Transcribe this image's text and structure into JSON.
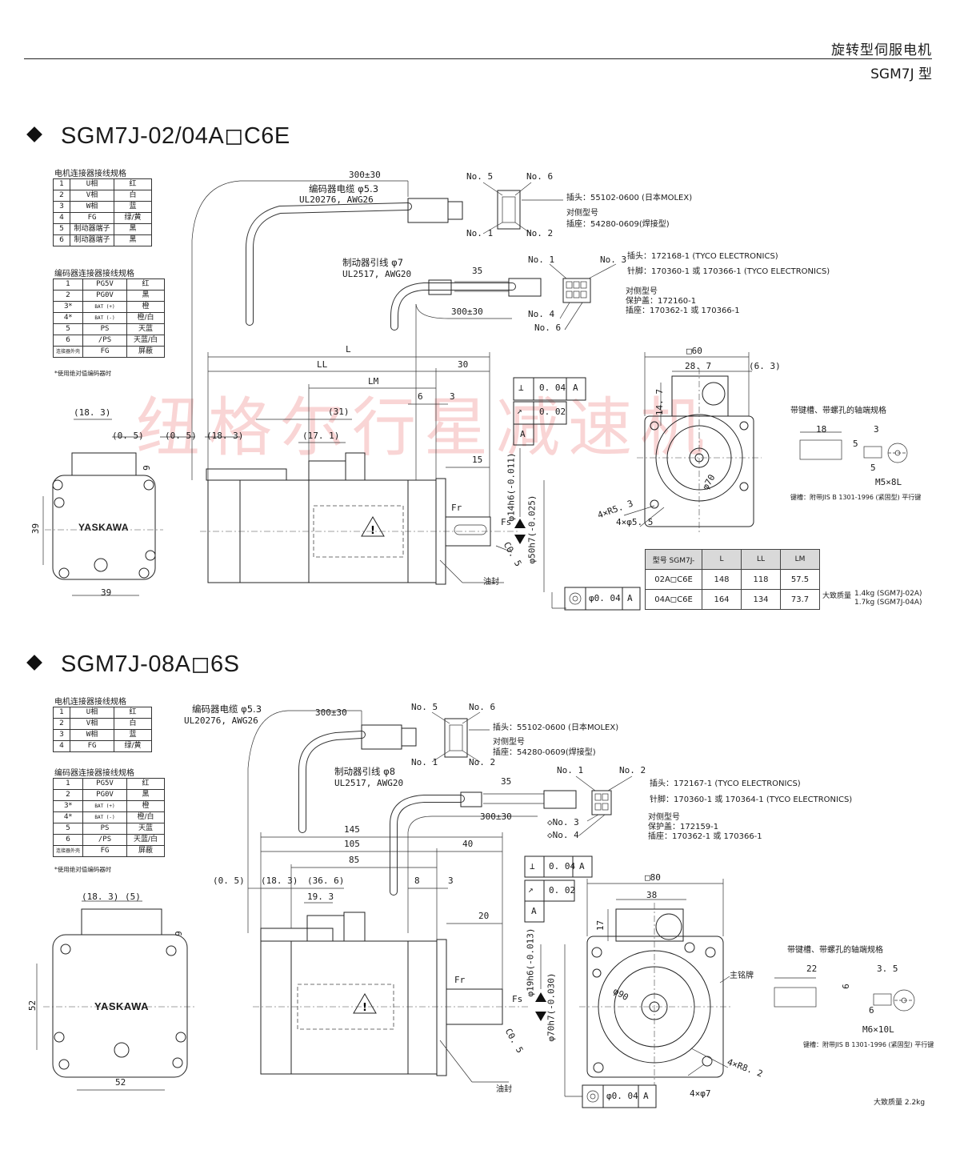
{
  "header": {
    "title": "旋转型伺服电机",
    "subtitle": "SGM7J 型"
  },
  "watermark": "纽格尔行星减速机",
  "brand": "YASKAWA",
  "section1": {
    "title": "SGM7J-02/04A◻C6E",
    "motor_table_caption": "电机连接器接线规格",
    "motor_pins": [
      {
        "n": "1",
        "sig": "U相",
        "color": "红"
      },
      {
        "n": "2",
        "sig": "V相",
        "color": "白"
      },
      {
        "n": "3",
        "sig": "W相",
        "color": "蓝"
      },
      {
        "n": "4",
        "sig": "FG",
        "color": "绿/黄"
      },
      {
        "n": "5",
        "sig": "制动器端子",
        "color": "黑"
      },
      {
        "n": "6",
        "sig": "制动器端子",
        "color": "黑"
      }
    ],
    "enc_table_caption": "编码器连接器接线规格",
    "enc_pins": [
      {
        "n": "1",
        "sig": "PG5V",
        "color": "红"
      },
      {
        "n": "2",
        "sig": "PG0V",
        "color": "黑"
      },
      {
        "n": "3*",
        "sig": "BAT (+)",
        "color": "橙"
      },
      {
        "n": "4*",
        "sig": "BAT (-)",
        "color": "橙/白"
      },
      {
        "n": "5",
        "sig": "PS",
        "color": "天蓝"
      },
      {
        "n": "6",
        "sig": "/PS",
        "color": "天蓝/白"
      },
      {
        "n": "连接器外壳",
        "sig": "FG",
        "color": "屏蔽"
      }
    ],
    "enc_note": "*使用绝对值编码器时",
    "enc_cable": "编码器电缆 φ5.3",
    "enc_cable_spec": "UL20276, AWG26",
    "len_300": "300±30",
    "no5": "No. 5",
    "no6": "No. 6",
    "no1": "No. 1",
    "no2": "No. 2",
    "enc_plug": "插头：55102-0600 (日本MOLEX)",
    "enc_mate": "对侧型号",
    "enc_socket": "插座：54280-0609(焊接型)",
    "brake_cable": "制动器引线 φ7",
    "brake_spec": "UL2517, AWG20",
    "len_35": "35",
    "len_300b": "300±30",
    "b_no1": "No. 1",
    "b_no3": "No. 3",
    "b_no4": "No. 4",
    "b_no6": "No. 6",
    "brake_plug": "插头：172168-1 (TYCO ELECTRONICS)",
    "brake_pin": "针脚：170360-1 或 170366-1 (TYCO ELECTRONICS)",
    "brake_mate": "对侧型号",
    "brake_cover": "保护盖：172160-1",
    "brake_socket": "插座：170362-1 或 170366-1",
    "dims": {
      "L": "L",
      "LL": "LL",
      "LM": "LM",
      "d30": "30",
      "d6": "6",
      "d3": "3",
      "d15": "15",
      "d31": "(31)",
      "d171": "(17. 1)",
      "d183": "(18. 3)",
      "d05a": "(0. 5)",
      "d05b": "(0. 5)",
      "d183b": "(18. 3)",
      "d39v": "39",
      "d39h": "39",
      "d9": "9",
      "sq": "□60",
      "d287": "28. 7",
      "d63": "(6. 3)",
      "d147": "14. 7",
      "phi70": "φ70",
      "r53": "4×R5. 3",
      "hole55": "4×φ5. 5",
      "shaft": "φ14h6(-0.011)",
      "spigot": "φ50h7(-0.025)",
      "c05": "C0. 5",
      "fr": "Fr",
      "fs": "Fs",
      "oilseal": "油封"
    },
    "tol": {
      "perp": "⊥",
      "v1": "0. 04",
      "a": "A",
      "circ": "↗",
      "v2": "0. 02",
      "datum": "A",
      "conc": "◎",
      "v3": "φ0. 04",
      "a3": "A"
    },
    "shaft_title": "带键槽、带螺孔的轴端规格",
    "shaft_dims": {
      "d18": "18",
      "d3": "3",
      "d5": "5",
      "d5b": "5",
      "m": "M5×8L"
    },
    "key_note": "键槽：附带JIS B 1301-1996 (紧固型) 平行键",
    "dim_table": {
      "headers": [
        "型号 SGM7J-",
        "L",
        "LL",
        "LM"
      ],
      "rows": [
        [
          "02A◻C6E",
          "148",
          "118",
          "57.5"
        ],
        [
          "04A◻C6E",
          "164",
          "134",
          "73.7"
        ]
      ]
    },
    "mass_label": "大致质量",
    "mass1": "1.4kg (SGM7J-02A)",
    "mass2": "1.7kg (SGM7J-04A)"
  },
  "section2": {
    "title": "SGM7J-08A◻6S",
    "motor_table_caption": "电机连接器接线规格",
    "motor_pins": [
      {
        "n": "1",
        "sig": "U相",
        "color": "红"
      },
      {
        "n": "2",
        "sig": "V相",
        "color": "白"
      },
      {
        "n": "3",
        "sig": "W相",
        "color": "蓝"
      },
      {
        "n": "4",
        "sig": "FG",
        "color": "绿/黄"
      }
    ],
    "enc_table_caption": "编码器连接器接线规格",
    "enc_pins": [
      {
        "n": "1",
        "sig": "PG5V",
        "color": "红"
      },
      {
        "n": "2",
        "sig": "PG0V",
        "color": "黑"
      },
      {
        "n": "3*",
        "sig": "BAT (+)",
        "color": "橙"
      },
      {
        "n": "4*",
        "sig": "BAT (-)",
        "color": "橙/白"
      },
      {
        "n": "5",
        "sig": "PS",
        "color": "天蓝"
      },
      {
        "n": "6",
        "sig": "/PS",
        "color": "天蓝/白"
      },
      {
        "n": "连接器外壳",
        "sig": "FG",
        "color": "屏蔽"
      }
    ],
    "enc_note": "*使用绝对值编码器时",
    "enc_cable": "编码器电缆 φ5.3",
    "enc_cable_spec": "UL20276, AWG26",
    "len_300": "300±30",
    "no5": "No. 5",
    "no6": "No. 6",
    "no1": "No. 1",
    "no2": "No. 2",
    "enc_plug": "插头：55102-0600 (日本MOLEX)",
    "enc_mate": "对侧型号",
    "enc_socket": "插座：54280-0609(焊接型)",
    "brake_cable": "制动器引线 φ8",
    "brake_spec": "UL2517, AWG20",
    "len_35": "35",
    "len_300b": "300±30",
    "b_no1": "No. 1",
    "b_no2": "No. 2",
    "b_no3": "◇No. 3",
    "b_no4": "◇No. 4",
    "brake_plug": "插头：172167-1 (TYCO ELECTRONICS)",
    "brake_pin": "针脚：170360-1 或 170364-1 (TYCO ELECTRONICS)",
    "brake_mate": "对侧型号",
    "brake_cover": "保护盖：172159-1",
    "brake_socket": "插座：170362-1 或 170366-1",
    "dims": {
      "d145": "145",
      "d105": "105",
      "d40": "40",
      "d85": "85",
      "d05": "(0. 5)",
      "d183": "(18. 3)",
      "d366": "(36. 6)",
      "d193": "19. 3",
      "d8": "8",
      "d3": "3",
      "d20": "20",
      "d183t": "(18. 3)",
      "d5": "(5)",
      "d52v": "52",
      "d52h": "52",
      "d9": "9",
      "sq": "□80",
      "d38": "38",
      "d17": "17",
      "phi90": "φ90",
      "r82": "4×R8. 2",
      "hole7": "4×φ7",
      "shaft": "φ19h6(-0.013)",
      "spigot": "φ70h7(-0.030)",
      "c05": "C0. 5",
      "fr": "Fr",
      "fs": "Fs",
      "oilseal": "油封",
      "nameplate": "主铭牌"
    },
    "tol": {
      "perp": "⊥",
      "v1": "0. 04",
      "a": "A",
      "circ": "↗",
      "v2": "0. 02",
      "datum": "A",
      "conc": "◎",
      "v3": "φ0. 04",
      "a3": "A"
    },
    "shaft_title": "带键槽、带螺孔的轴端规格",
    "shaft_dims": {
      "d22": "22",
      "d35": "3. 5",
      "d6": "6",
      "d6b": "6",
      "m": "M6×10L"
    },
    "key_note": "键槽：附带JIS B 1301-1996 (紧固型) 平行键",
    "mass": "大致质量 2.2kg"
  }
}
